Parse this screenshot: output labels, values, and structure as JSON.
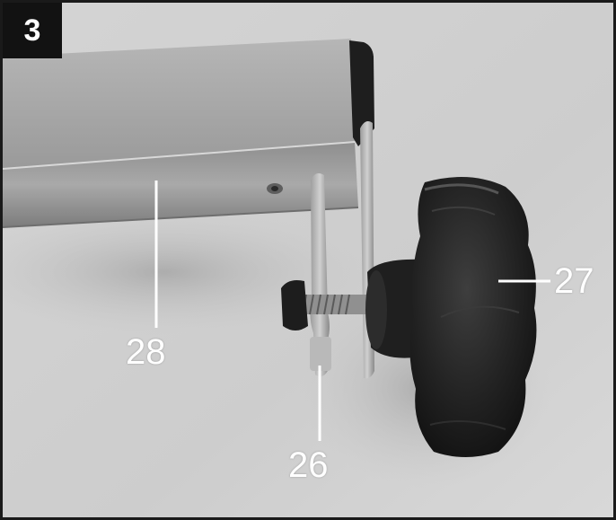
{
  "step": {
    "number": "3"
  },
  "callouts": [
    {
      "id": "28",
      "label": "28",
      "part": "frame-tube"
    },
    {
      "id": "26",
      "label": "26",
      "part": "bracket-plate"
    },
    {
      "id": "27",
      "label": "27",
      "part": "star-knob"
    }
  ],
  "colors": {
    "badge_background": "#121212",
    "badge_text": "#ffffff",
    "label_text": "#ffffff",
    "frame_border": "#1a1a1a",
    "background_wall": "#d2d2d2",
    "tube_metal": "#a8a8a8",
    "knob": "#1c1c1c"
  }
}
